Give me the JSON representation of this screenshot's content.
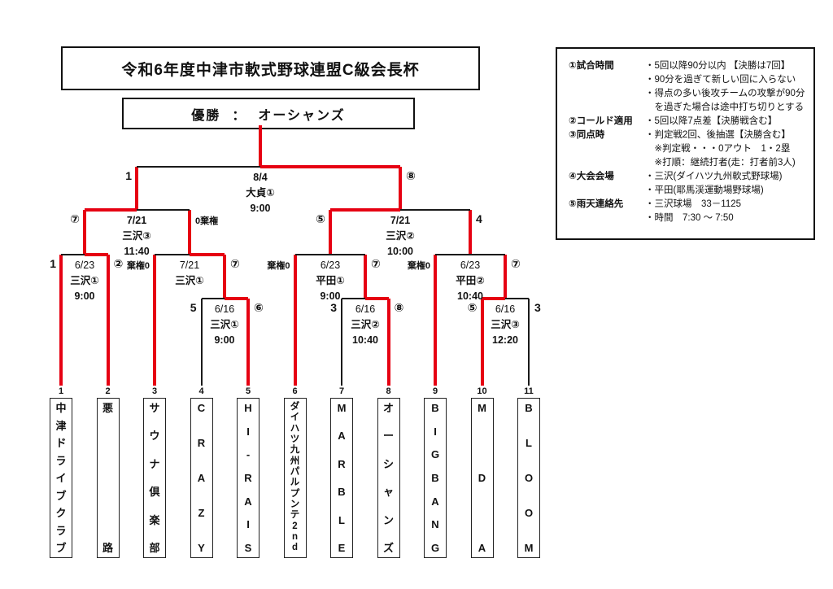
{
  "title": "令和6年度中津市軟式野球連盟C級会長杯",
  "champion": {
    "label": "優勝",
    "separator": "：",
    "name": "オーシャンズ"
  },
  "colors": {
    "winner_path": "#e60012",
    "line": "#1a1a1a"
  },
  "teams": [
    {
      "num": "1",
      "name": "中津ドライブクラブ"
    },
    {
      "num": "2",
      "name": "悪路"
    },
    {
      "num": "3",
      "name": "サウナ倶楽部"
    },
    {
      "num": "4",
      "name": "CRAZY"
    },
    {
      "num": "5",
      "name": "HI-RAIS"
    },
    {
      "num": "6",
      "name": "ダイハツ九州パルプンテ2nd"
    },
    {
      "num": "7",
      "name": "MARBLE"
    },
    {
      "num": "8",
      "name": "オーシャンズ"
    },
    {
      "num": "9",
      "name": "BIGBANG"
    },
    {
      "num": "10",
      "name": "MDA"
    },
    {
      "num": "11",
      "name": "BLOOM"
    }
  ],
  "matches": [
    {
      "id": "final",
      "round": "final",
      "date": "8/4",
      "venue": "大貞①",
      "time": "9:00",
      "left_score": "1",
      "right_score": "⑧"
    },
    {
      "id": "sf1",
      "round": "semifinal",
      "date": "7/21",
      "venue": "三沢③",
      "time": "11:40",
      "left_score": "⑦",
      "right_score": "0棄権"
    },
    {
      "id": "sf2",
      "round": "semifinal",
      "date": "7/21",
      "venue": "三沢②",
      "time": "10:00",
      "left_score": "⑤",
      "right_score": "4"
    },
    {
      "id": "qf1",
      "round": "quarterfinal",
      "date": "6/23",
      "venue": "三沢①",
      "time": "9:00",
      "left_score": "1",
      "right_score": "②"
    },
    {
      "id": "qf2",
      "round": "quarterfinal",
      "date": "7/21",
      "venue": "三沢①",
      "time": "",
      "left_score": "棄権0",
      "right_score": "⑦"
    },
    {
      "id": "qf3",
      "round": "quarterfinal",
      "date": "6/23",
      "venue": "平田①",
      "time": "9:00",
      "left_score": "棄権0",
      "right_score": "⑦"
    },
    {
      "id": "qf4",
      "round": "quarterfinal",
      "date": "6/23",
      "venue": "平田②",
      "time": "10:40",
      "left_score": "棄権0",
      "right_score": "⑦"
    },
    {
      "id": "r1a",
      "round": "first-round",
      "date": "6/16",
      "venue": "三沢①",
      "time": "9:00",
      "left_score": "5",
      "right_score": "⑥"
    },
    {
      "id": "r1b",
      "round": "first-round",
      "date": "6/16",
      "venue": "三沢②",
      "time": "10:40",
      "left_score": "3",
      "right_score": "⑧"
    },
    {
      "id": "r1c",
      "round": "first-round",
      "date": "6/16",
      "venue": "三沢③",
      "time": "12:20",
      "left_score": "⑤",
      "right_score": "3"
    }
  ],
  "rules": {
    "rows": [
      {
        "label": "①試合時間",
        "lines": [
          "・5回以降90分以内 【決勝は7回】",
          "・90分を過ぎて新しい回に入らない",
          "・得点の多い後攻チームの攻撃が90分",
          "　を過ぎた場合は途中打ち切りとする"
        ]
      },
      {
        "label": "②コールド適用",
        "lines": [
          "・5回以降7点差【決勝戦含む】"
        ]
      },
      {
        "label": "③同点時",
        "lines": [
          "・判定戦2回、後抽選【決勝含む】",
          "　※判定戦・・・0アウト　1・2塁",
          "　※打順：継続打者(走：打者前3人)"
        ]
      },
      {
        "label": "④大会会場",
        "lines": [
          "・三沢(ダイハツ九州軟式野球場)",
          "・平田(耶馬渓運動場野球場)"
        ]
      },
      {
        "label": "⑤雨天連絡先",
        "lines": [
          "・三沢球場　33－1125",
          "・時間　7:30 ～ 7:50"
        ]
      }
    ]
  }
}
